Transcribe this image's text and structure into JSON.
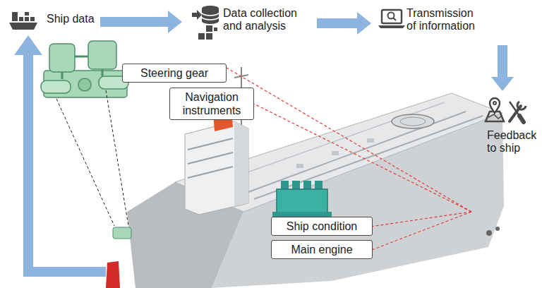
{
  "diagram": {
    "nodes": [
      {
        "text": [
          "Ship data"
        ]
      },
      {
        "text": [
          "Data collection and analysis"
        ]
      },
      {
        "text": [
          "Transmission of information"
        ]
      },
      {
        "text": [
          "Feedback to ship"
        ]
      },
      {
        "text": [
          "Steering gear"
        ]
      },
      {
        "text": [
          "Navigation instruments"
        ]
      },
      {
        "text": [
          "Ship condition"
        ]
      },
      {
        "text": [
          "Main engine"
        ]
      }
    ],
    "edges": [
      {
        "from": 0,
        "to": 1,
        "arrow": "to"
      },
      {
        "from": 1,
        "to": 2,
        "arrow": "to"
      },
      {
        "from": 2,
        "to": 3,
        "arrow": "to"
      },
      {
        "from": 3,
        "to": 4,
        "arrow": "none"
      },
      {
        "from": 3,
        "to": 5,
        "arrow": "none"
      },
      {
        "from": 3,
        "to": 6,
        "arrow": "none"
      },
      {
        "from": 3,
        "to": 7,
        "arrow": "none"
      }
    ]
  }
}
